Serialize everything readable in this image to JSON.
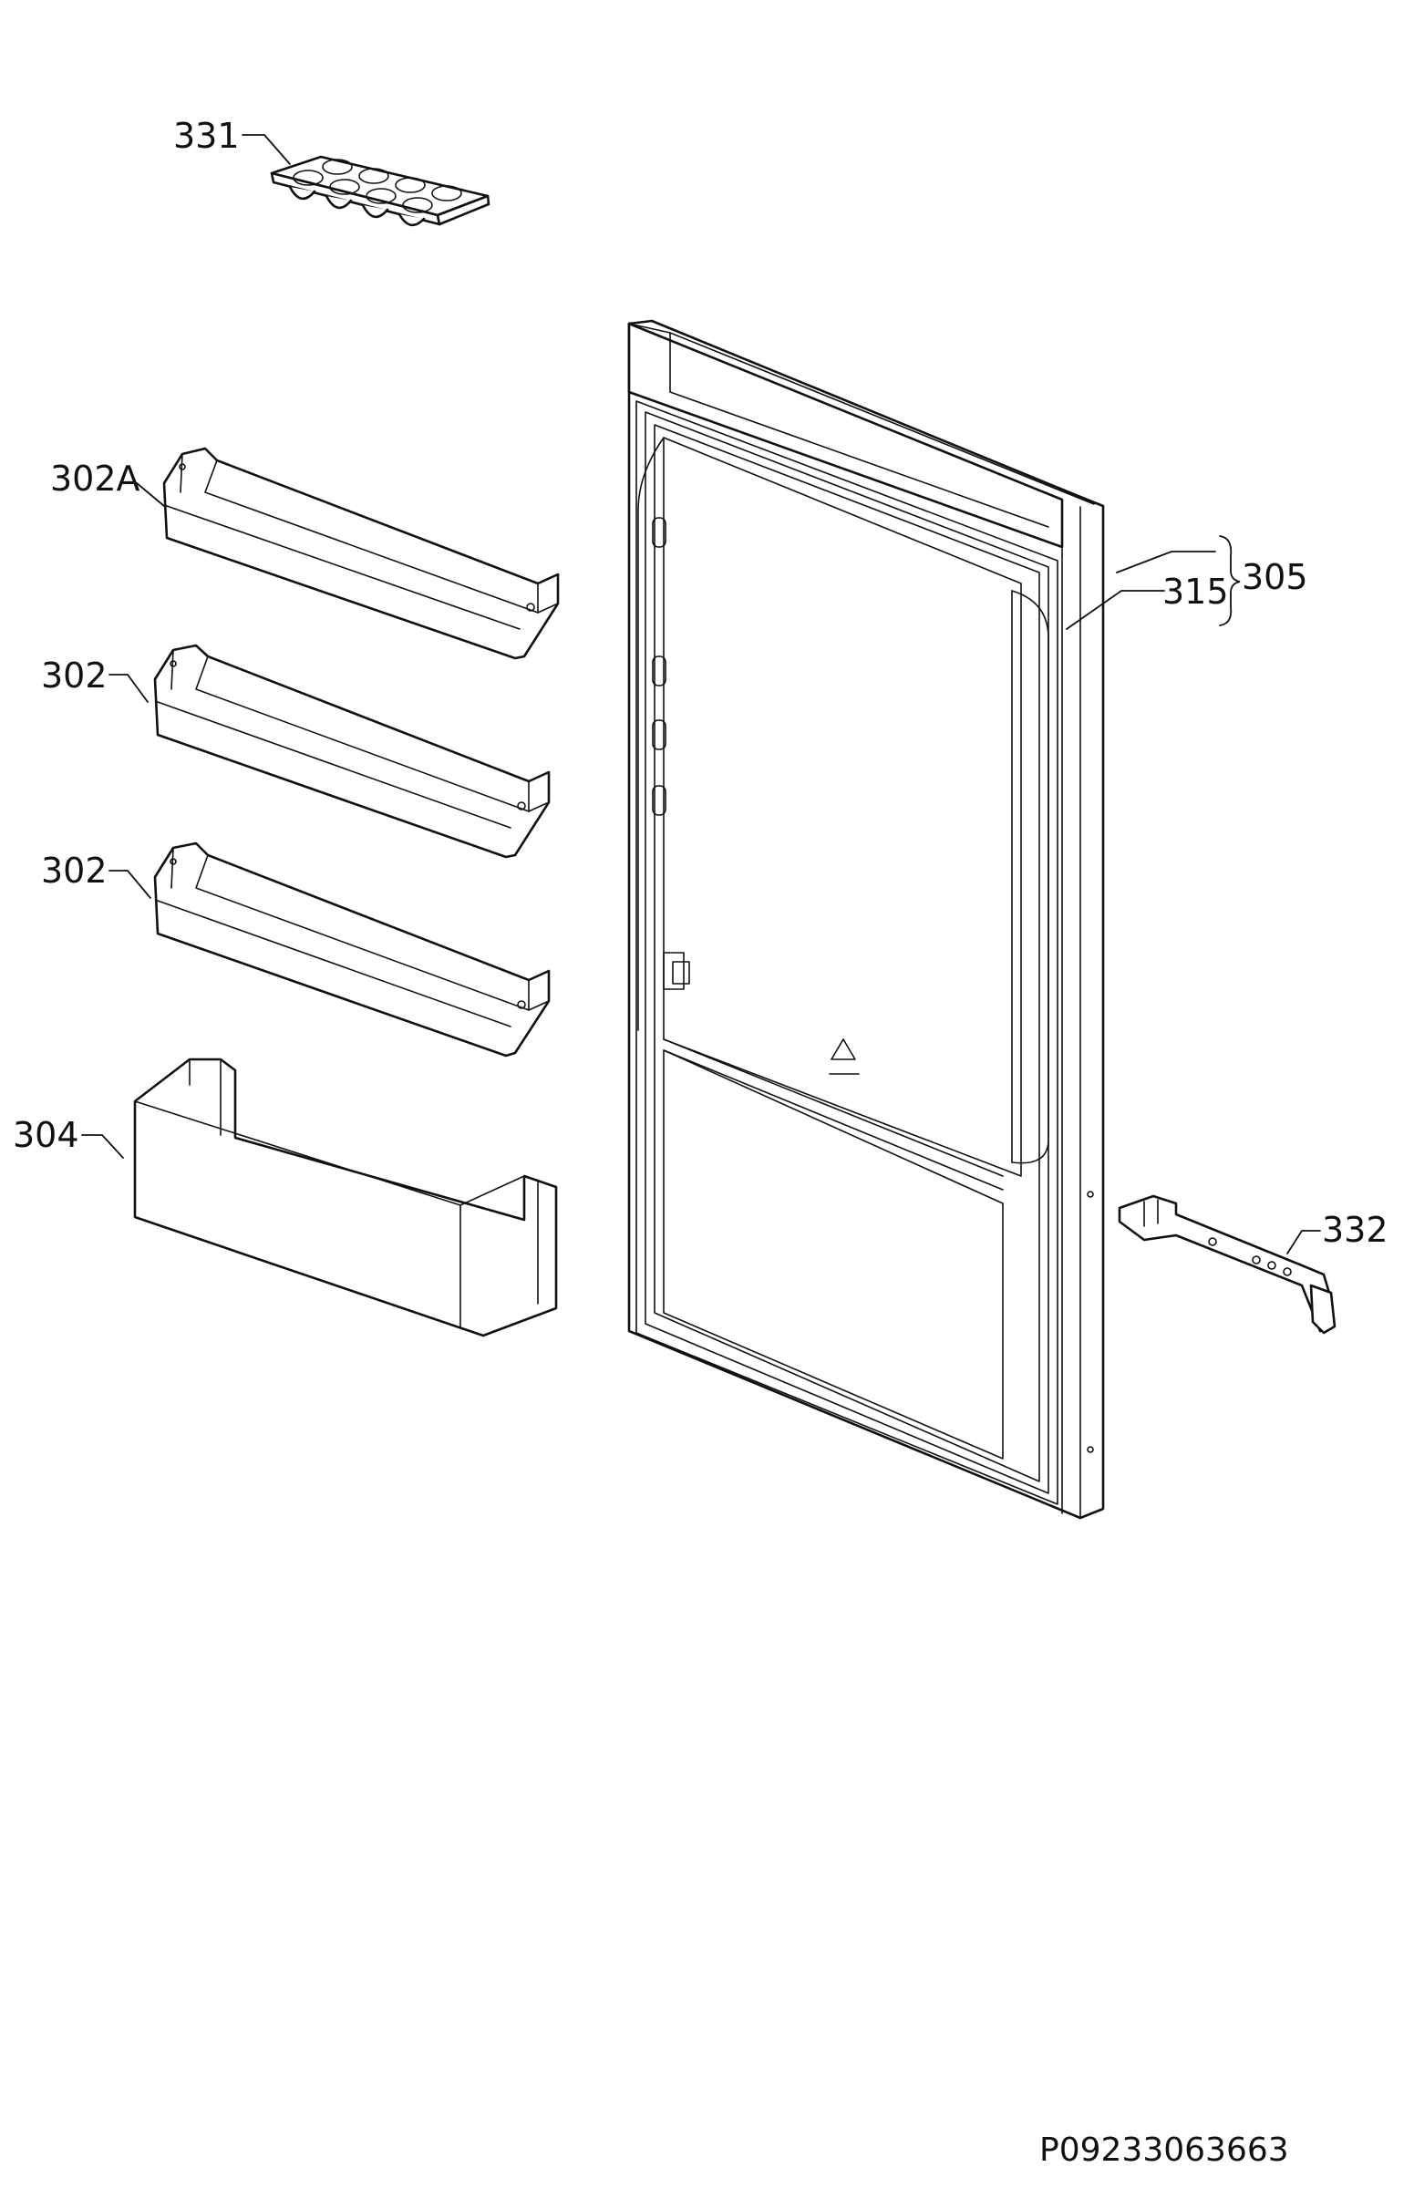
{
  "labels": {
    "egg_tray": "331",
    "shelf_a": "302A",
    "shelf_1": "302",
    "shelf_2": "302",
    "bottle_shelf": "304",
    "door_assembly": "305",
    "gasket": "315",
    "hinge": "332"
  },
  "drawing_code": "P09233063663"
}
